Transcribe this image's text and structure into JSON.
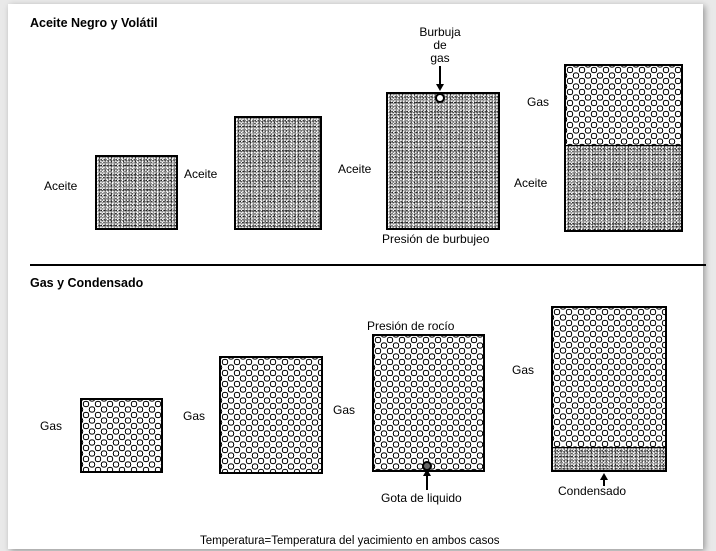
{
  "top_section": {
    "title": "Aceite Negro y Volátil",
    "labels": {
      "aceite_1": "Aceite",
      "aceite_2": "Aceite",
      "aceite_3": "Aceite",
      "gas_4": "Gas",
      "aceite_4": "Aceite"
    },
    "bubble_note": [
      "Burbuja",
      "de",
      "gas"
    ],
    "bubble_point": "Presión de burbujeo"
  },
  "bottom_section": {
    "title": "Gas y Condensado",
    "labels": {
      "gas_1": "Gas",
      "gas_2": "Gas",
      "gas_3": "Gas",
      "gas_4": "Gas"
    },
    "dew_point": "Presión de rocío",
    "drop_note": "Gota de liquido",
    "condensate": "Condensado"
  },
  "footer": "Temperatura=Temperatura del yacimiento en ambos casos"
}
